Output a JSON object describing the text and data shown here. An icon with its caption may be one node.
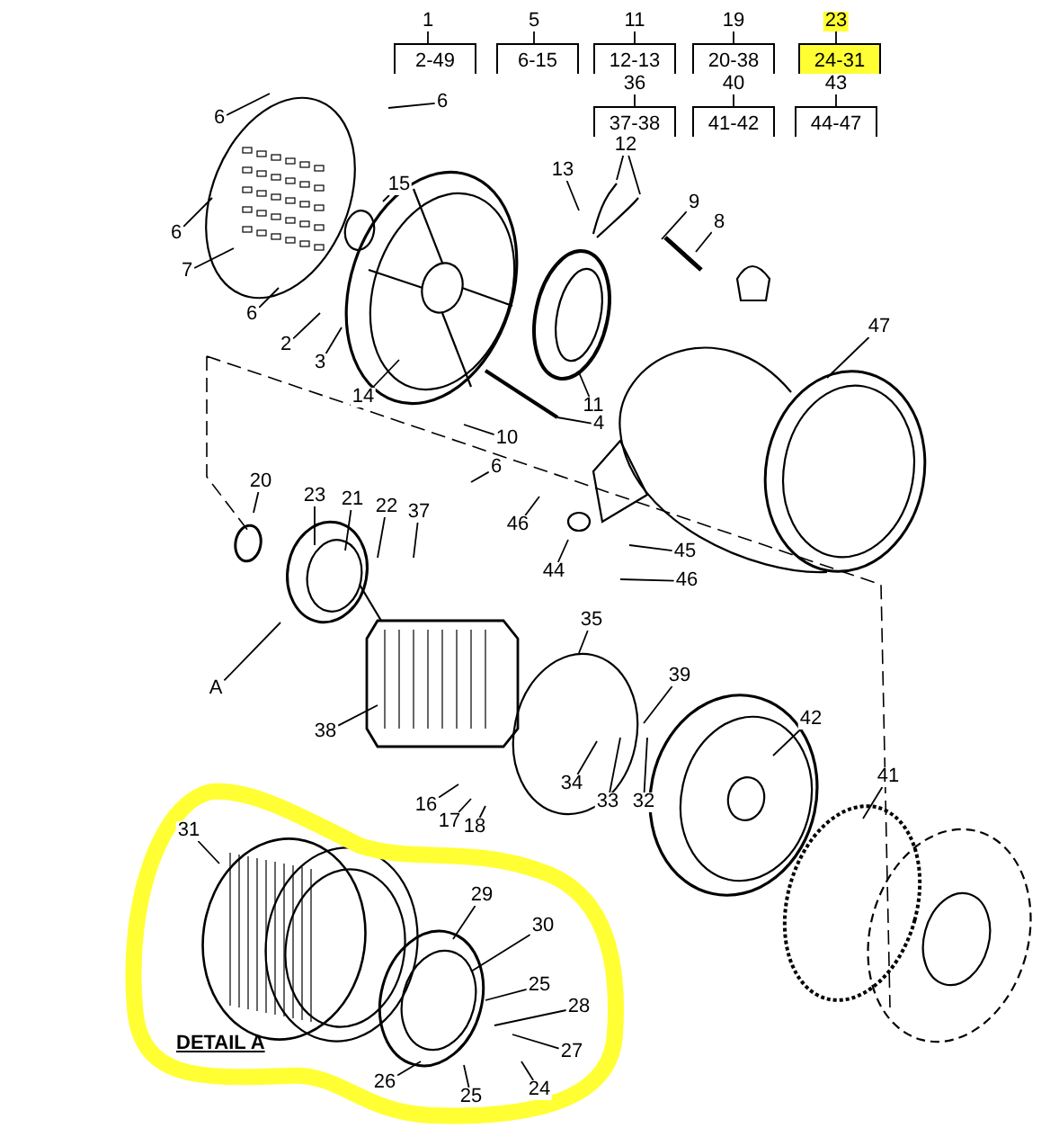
{
  "diagram": {
    "nodes": [
      {
        "text": [
          "1"
        ]
      },
      {
        "text": [
          "2-49"
        ]
      },
      {
        "text": [
          "5"
        ]
      },
      {
        "text": [
          "6-15"
        ]
      },
      {
        "text": [
          "11"
        ]
      },
      {
        "text": [
          "12-13"
        ]
      },
      {
        "text": [
          "19"
        ]
      },
      {
        "text": [
          "20-38"
        ]
      },
      {
        "text": [
          "23"
        ]
      },
      {
        "text": [
          "24-31"
        ]
      },
      {
        "text": [
          "36"
        ]
      },
      {
        "text": [
          "37-38"
        ]
      },
      {
        "text": [
          "40"
        ]
      },
      {
        "text": [
          "41-42"
        ]
      },
      {
        "text": [
          "43"
        ]
      },
      {
        "text": [
          "44-47"
        ]
      },
      {
        "text": [
          "6"
        ]
      },
      {
        "text": [
          "6"
        ]
      },
      {
        "text": [
          "6"
        ]
      },
      {
        "text": [
          "7"
        ]
      },
      {
        "text": [
          "6"
        ]
      },
      {
        "text": [
          "15"
        ]
      },
      {
        "text": [
          "12"
        ]
      },
      {
        "text": [
          "13"
        ]
      },
      {
        "text": [
          "9"
        ]
      },
      {
        "text": [
          "8"
        ]
      },
      {
        "text": [
          "47"
        ]
      },
      {
        "text": [
          "2"
        ]
      },
      {
        "text": [
          "3"
        ]
      },
      {
        "text": [
          "14"
        ]
      },
      {
        "text": [
          "11"
        ]
      },
      {
        "text": [
          "4"
        ]
      },
      {
        "text": [
          "10"
        ]
      },
      {
        "text": [
          "6"
        ]
      },
      {
        "text": [
          "46"
        ]
      },
      {
        "text": [
          "44"
        ]
      },
      {
        "text": [
          "45"
        ]
      },
      {
        "text": [
          "46"
        ]
      },
      {
        "text": [
          "20"
        ]
      },
      {
        "text": [
          "23"
        ]
      },
      {
        "text": [
          "21"
        ]
      },
      {
        "text": [
          "22"
        ]
      },
      {
        "text": [
          "37"
        ]
      },
      {
        "text": [
          "A"
        ]
      },
      {
        "text": [
          "38"
        ]
      },
      {
        "text": [
          "35"
        ]
      },
      {
        "text": [
          "39"
        ]
      },
      {
        "text": [
          "42"
        ]
      },
      {
        "text": [
          "34"
        ]
      },
      {
        "text": [
          "33"
        ]
      },
      {
        "text": [
          "32"
        ]
      },
      {
        "text": [
          "41"
        ]
      },
      {
        "text": [
          "16"
        ]
      },
      {
        "text": [
          "17"
        ]
      },
      {
        "text": [
          "18"
        ]
      },
      {
        "text": [
          "31"
        ]
      },
      {
        "text": [
          "29"
        ]
      },
      {
        "text": [
          "30"
        ]
      },
      {
        "text": [
          "25"
        ]
      },
      {
        "text": [
          "28"
        ]
      },
      {
        "text": [
          "27"
        ]
      },
      {
        "text": [
          "26"
        ]
      },
      {
        "text": [
          "25"
        ]
      },
      {
        "text": [
          "24"
        ]
      }
    ],
    "edges": [
      {
        "from": 0,
        "to": 1,
        "arrow": "none"
      },
      {
        "from": 2,
        "to": 3,
        "arrow": "none"
      },
      {
        "from": 4,
        "to": 5,
        "arrow": "none"
      },
      {
        "from": 6,
        "to": 7,
        "arrow": "none"
      },
      {
        "from": 8,
        "to": 9,
        "arrow": "none"
      },
      {
        "from": 10,
        "to": 11,
        "arrow": "none"
      },
      {
        "from": 12,
        "to": 13,
        "arrow": "none"
      },
      {
        "from": 14,
        "to": 15,
        "arrow": "none"
      },
      {
        "from": 16,
        "to": null,
        "arrow": "none"
      },
      {
        "from": 17,
        "to": null,
        "arrow": "none"
      },
      {
        "from": 18,
        "to": null,
        "arrow": "none"
      },
      {
        "from": 19,
        "to": null,
        "arrow": "none"
      },
      {
        "from": 20,
        "to": null,
        "arrow": "none"
      },
      {
        "from": 21,
        "to": null,
        "arrow": "none"
      },
      {
        "from": 22,
        "to": null,
        "arrow": "none"
      },
      {
        "from": 22,
        "to": null,
        "arrow": "none"
      },
      {
        "from": 23,
        "to": null,
        "arrow": "none"
      },
      {
        "from": 24,
        "to": null,
        "arrow": "none"
      },
      {
        "from": 25,
        "to": null,
        "arrow": "none"
      },
      {
        "from": 26,
        "to": null,
        "arrow": "none"
      },
      {
        "from": 27,
        "to": null,
        "arrow": "none"
      },
      {
        "from": 28,
        "to": null,
        "arrow": "none"
      },
      {
        "from": 29,
        "to": null,
        "arrow": "none"
      },
      {
        "from": 30,
        "to": null,
        "arrow": "none"
      },
      {
        "from": 31,
        "to": null,
        "arrow": "none"
      },
      {
        "from": 32,
        "to": null,
        "arrow": "none"
      },
      {
        "from": 33,
        "to": null,
        "arrow": "none"
      },
      {
        "from": 34,
        "to": null,
        "arrow": "none"
      },
      {
        "from": 35,
        "to": null,
        "arrow": "none"
      },
      {
        "from": 36,
        "to": null,
        "arrow": "none"
      },
      {
        "from": 37,
        "to": null,
        "arrow": "none"
      },
      {
        "from": 38,
        "to": null,
        "arrow": "none"
      },
      {
        "from": 39,
        "to": null,
        "arrow": "none"
      },
      {
        "from": 40,
        "to": null,
        "arrow": "none"
      },
      {
        "from": 41,
        "to": null,
        "arrow": "none"
      },
      {
        "from": 42,
        "to": null,
        "arrow": "none"
      },
      {
        "from": 43,
        "to": null,
        "arrow": "none"
      },
      {
        "from": 44,
        "to": null,
        "arrow": "none"
      },
      {
        "from": 45,
        "to": null,
        "arrow": "none"
      },
      {
        "from": 46,
        "to": null,
        "arrow": "none"
      },
      {
        "from": 47,
        "to": null,
        "arrow": "none"
      },
      {
        "from": 48,
        "to": null,
        "arrow": "none"
      },
      {
        "from": 49,
        "to": null,
        "arrow": "none"
      },
      {
        "from": 50,
        "to": null,
        "arrow": "none"
      },
      {
        "from": 51,
        "to": null,
        "arrow": "none"
      },
      {
        "from": 52,
        "to": null,
        "arrow": "none"
      },
      {
        "from": 53,
        "to": null,
        "arrow": "none"
      },
      {
        "from": 54,
        "to": null,
        "arrow": "none"
      },
      {
        "from": 55,
        "to": null,
        "arrow": "none"
      },
      {
        "from": 56,
        "to": null,
        "arrow": "none"
      },
      {
        "from": 57,
        "to": null,
        "arrow": "none"
      },
      {
        "from": 58,
        "to": null,
        "arrow": "none"
      },
      {
        "from": 59,
        "to": null,
        "arrow": "none"
      },
      {
        "from": 60,
        "to": null,
        "arrow": "none"
      },
      {
        "from": 61,
        "to": null,
        "arrow": "none"
      },
      {
        "from": 62,
        "to": null,
        "arrow": "none"
      },
      {
        "from": 63,
        "to": null,
        "arrow": "none"
      }
    ],
    "labels": [
      "DETAIL A"
    ]
  }
}
